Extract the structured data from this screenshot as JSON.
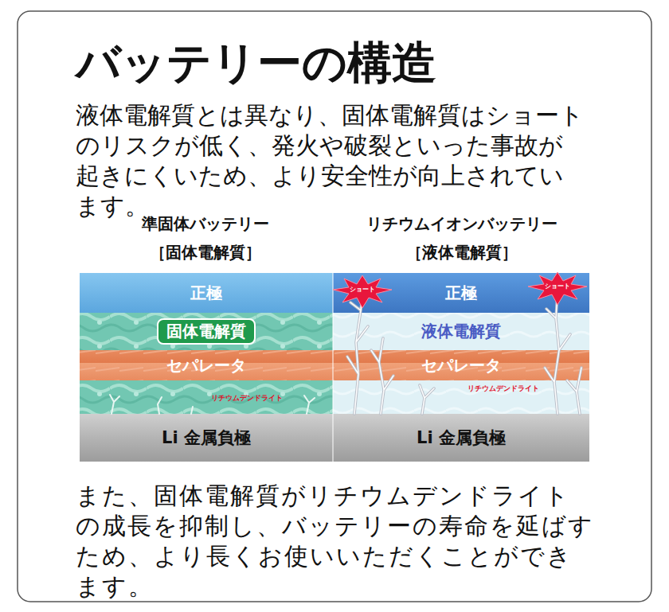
{
  "diagram": {
    "title": "バッテリーの構造",
    "nodes": [
      {
        "text": [
          "正極"
        ]
      },
      {
        "text": [
          "固体電解質"
        ]
      },
      {
        "text": [
          "セパレータ"
        ]
      },
      {
        "text": [
          "Li 金属負極"
        ]
      },
      {
        "text": [
          "正極"
        ]
      },
      {
        "text": [
          "液体電解質"
        ]
      },
      {
        "text": [
          "セパレータ"
        ]
      },
      {
        "text": [
          "Li 金属負極"
        ]
      }
    ],
    "labels": [
      "液体電解質とは異なり、固体電解質はショートのリスクが低く、発火や破裂といった事故が起きにくいため、より安全性が向上されています。",
      "準固体バッテリー",
      "［固体電解質］",
      "リチウムイオンバッテリー",
      "［液体電解質］",
      "ショート",
      "ショート",
      "リチウムデンドライト",
      "リチウムデンドライト",
      "また、固体電解質がリチウムデンドライトの成長を抑制し、バッテリーの寿命を延ばすため、より長くお使いいただくことができます。"
    ]
  }
}
